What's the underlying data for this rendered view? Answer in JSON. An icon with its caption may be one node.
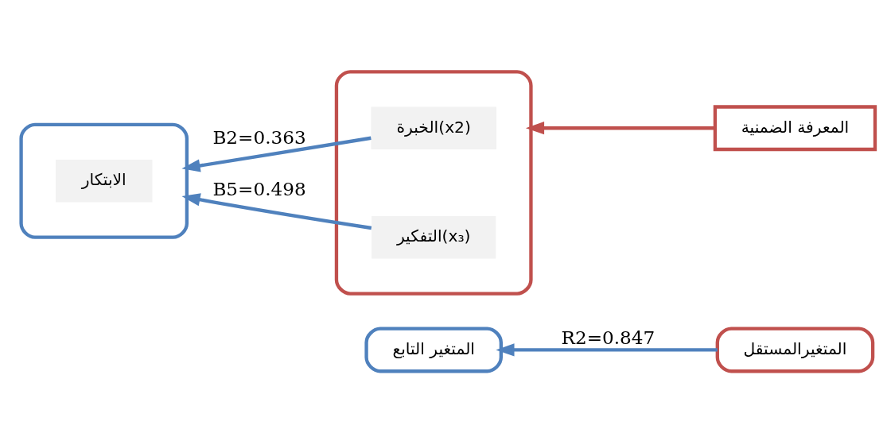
{
  "diagram": {
    "nodes": [
      {
        "text": [
          "المتغير التابع"
        ]
      },
      {
        "text": [],
        "shape": "box"
      },
      {
        "text": [
          "الابتكار"
        ],
        "in": 1
      },
      {
        "text": [
          "المتغيرالمستقل"
        ]
      },
      {
        "text": [
          "المعرفة الضمنية"
        ]
      },
      {
        "text": [],
        "shape": "box"
      },
      {
        "text": [
          "الخبرة(x2)"
        ],
        "in": 5
      },
      {
        "text": [
          "التفكير(x₃)"
        ],
        "in": 5
      }
    ],
    "edges": [
      {
        "from": 3,
        "to": 0,
        "arrow": "to",
        "label": "R2=0.847"
      },
      {
        "from": 4,
        "to": 5,
        "arrow": "to",
        "color": "#c0504d"
      },
      {
        "from": 6,
        "to": 1,
        "arrow": "to",
        "label": "B2=0.363"
      },
      {
        "from": 7,
        "to": 1,
        "arrow": "to",
        "label": "B5=0.498"
      }
    ]
  }
}
